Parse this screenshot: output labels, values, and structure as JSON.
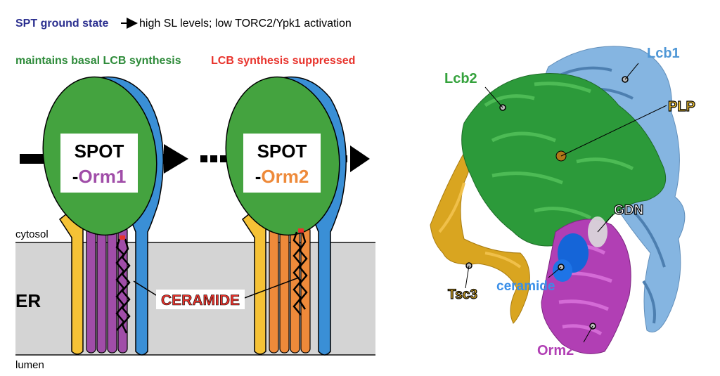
{
  "header": {
    "state_label": "SPT ground state",
    "state_desc": "high SL levels; low TORC2/Ypk1 activation",
    "basal_label": "maintains basal LCB synthesis",
    "suppressed_label": "LCB synthesis suppressed"
  },
  "complexes": [
    {
      "spot": "SPOT",
      "orm": "Orm1",
      "dash": "-"
    },
    {
      "spot": "SPOT",
      "orm": "Orm2",
      "dash": "-"
    }
  ],
  "membrane": {
    "cytosol": "cytosol",
    "er": "ER",
    "lumen": "lumen",
    "ceramide": "CERAMIDE"
  },
  "structure_labels": {
    "lcb1": "Lcb1",
    "lcb2": "Lcb2",
    "plp": "PLP",
    "gdn": "GDN",
    "tsc3": "Tsc3",
    "ceramide": "ceramide",
    "orm2": "Orm2"
  },
  "colors": {
    "navy": "#2b2f8f",
    "green": "#2e8b3a",
    "red": "#e8332c",
    "blob_green": "#44a33f",
    "blue": "#3a8fd6",
    "orange": "#f5c236",
    "purple": "#a04da8",
    "salmon": "#ee8a3a",
    "lcb1_blue": "#7fb2e0",
    "tsc3_gold": "#d9a520"
  }
}
